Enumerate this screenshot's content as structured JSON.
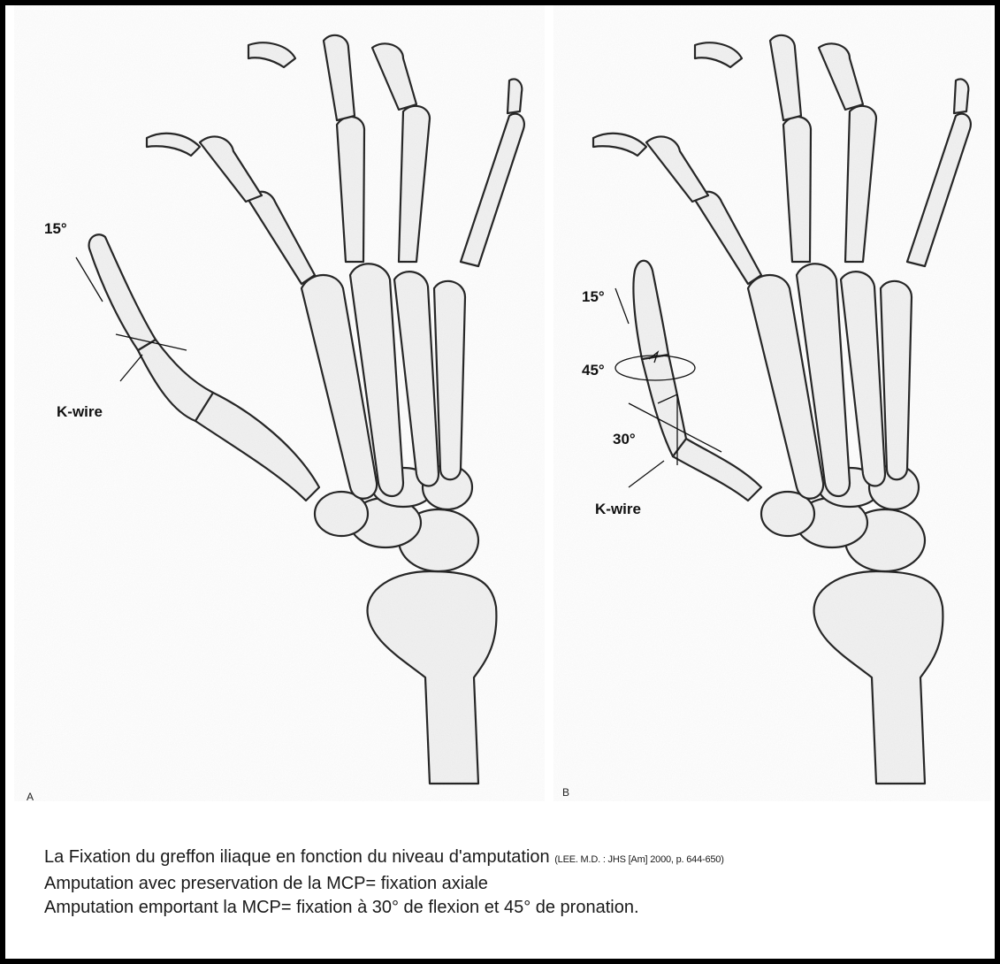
{
  "panels": [
    {
      "letter": "A",
      "labels": {
        "angle_15": "15°",
        "kwire": "K-wire"
      }
    },
    {
      "letter": "B",
      "labels": {
        "angle_15": "15°",
        "angle_45": "45°",
        "angle_30": "30°",
        "kwire": "K-wire"
      }
    }
  ],
  "caption": {
    "line1": "La Fixation du greffon iliaque en fonction du niveau d'amputation ",
    "citation": "(LEE. M.D. : JHS [Am] 2000, p. 644-650)",
    "line2": "Amputation avec preservation de la MCP= fixation axiale",
    "line3": "Amputation emportant la MCP= fixation à 30° de flexion et 45° de pronation."
  }
}
